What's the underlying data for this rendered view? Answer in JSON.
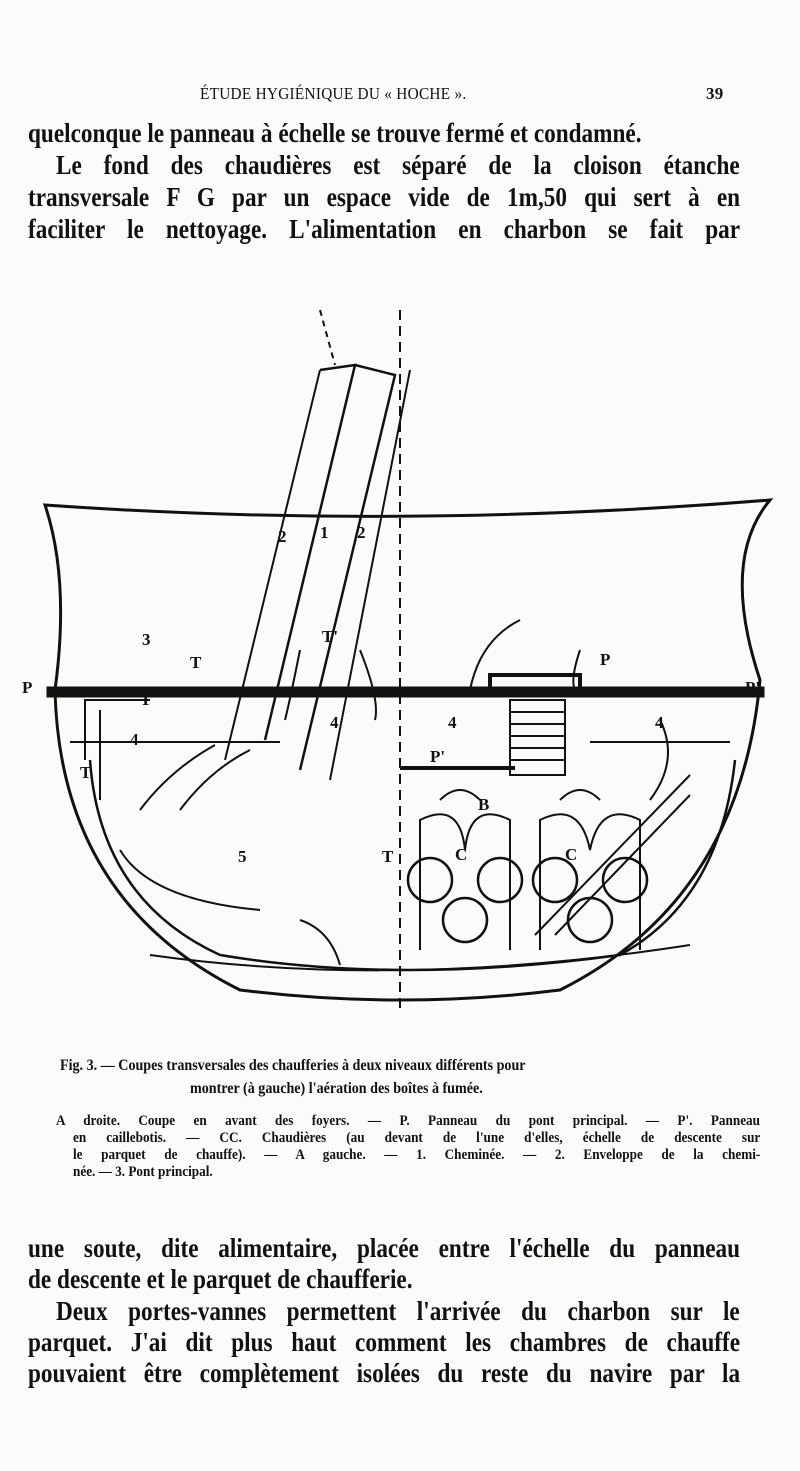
{
  "header": {
    "running_title": "ÉTUDE HYGIÉNIQUE DU « HOCHE ».",
    "page_number": "39"
  },
  "top_text": [
    "quelconque le panneau à échelle se trouve fermé et condamné.",
    "Le fond des chaudières est séparé de la cloison étanche",
    "transversale F G par un espace vide de 1m,50 qui sert à en",
    "faciliter le nettoyage. L'alimentation en charbon se fait par"
  ],
  "figure": {
    "labels": {
      "chimney": "1",
      "envelope_left": "2",
      "envelope_right": "2",
      "deck": "3",
      "T": "T",
      "T_prime": "T'",
      "P": "P",
      "P_prime": "P'",
      "four": "4",
      "five": "5",
      "B": "B",
      "C": "C"
    },
    "caption_line1": "Fig. 3. — Coupes transversales des chaufferies à deux niveaux différents pour",
    "caption_line2": "montrer (à gauche) l'aération des boîtes à fumée.",
    "legend": [
      "A droite. Coupe en avant des foyers. — P. Panneau du pont principal. — P'. Panneau",
      "en caillebotis. — CC. Chaudières (au devant de l'une d'elles, échelle de descente sur",
      "le parquet de chauffe). — A gauche. — 1. Cheminée. — 2. Enveloppe de la chemi-",
      "née. — 3. Pont principal."
    ]
  },
  "bottom_text": [
    "une soute, dite alimentaire, placée entre l'échelle du panneau",
    "de descente et le parquet de chaufferie.",
    "Deux portes-vannes permettent l'arrivée du charbon sur le",
    "parquet. J'ai dit plus haut comment les chambres de chauffe",
    "pouvaient être complètement isolées du reste du navire par la"
  ]
}
